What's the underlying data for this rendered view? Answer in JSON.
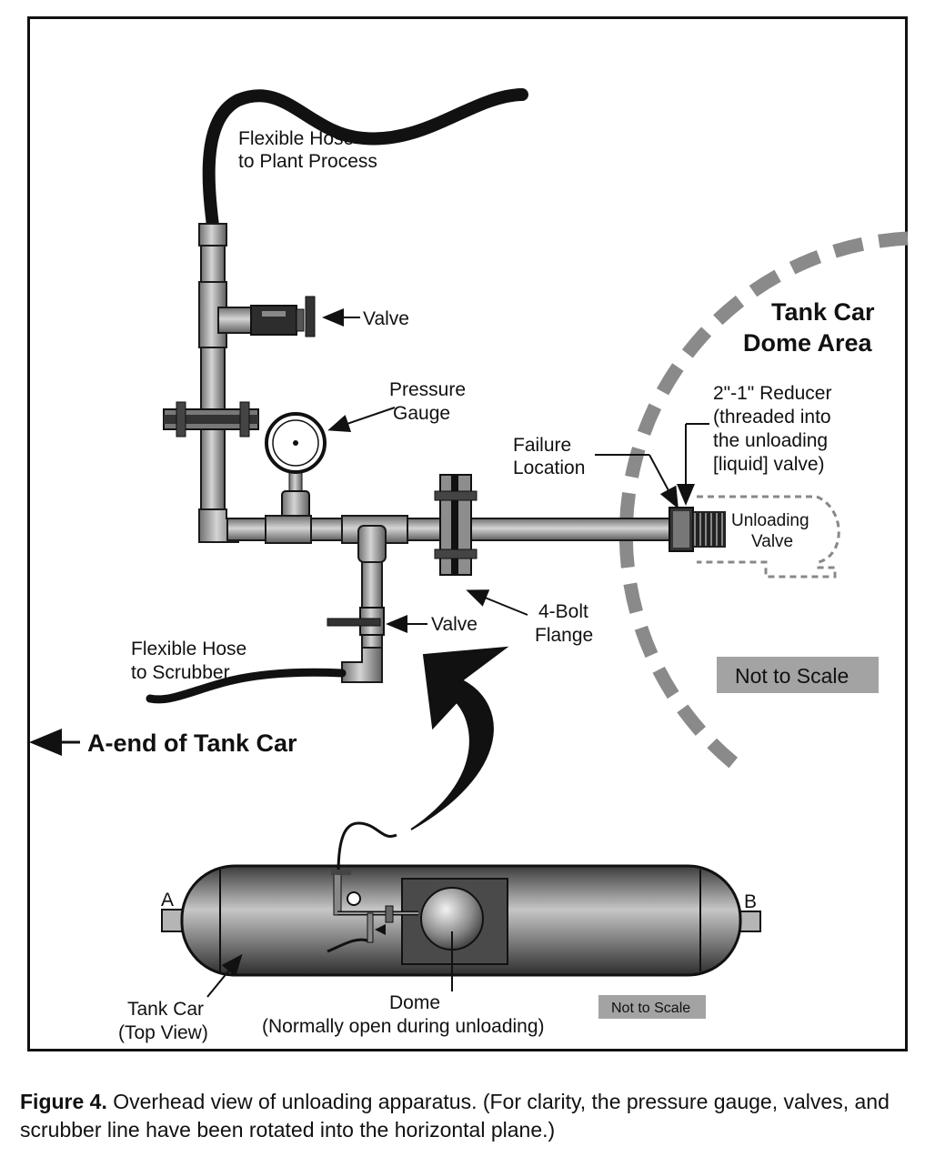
{
  "labels": {
    "hose_plant_1": "Flexible Hose",
    "hose_plant_2": "to Plant Process",
    "valve_upper": "Valve",
    "pressure_gauge_1": "Pressure",
    "pressure_gauge_2": "Gauge",
    "failure_location_1": "Failure",
    "failure_location_2": "Location",
    "dome_area_1": "Tank Car",
    "dome_area_2": "Dome Area",
    "reducer_1": "2\"-1\" Reducer",
    "reducer_2": "(threaded into",
    "reducer_3": "the unloading",
    "reducer_4": "[liquid] valve)",
    "unloading_valve_1": "Unloading",
    "unloading_valve_2": "Valve",
    "valve_lower": "Valve",
    "four_bolt_1": "4-Bolt",
    "four_bolt_2": "Flange",
    "hose_scrubber_1": "Flexible Hose",
    "hose_scrubber_2": "to Scrubber",
    "not_to_scale_top": "Not to Scale",
    "a_end": "A-end of Tank Car",
    "end_a": "A",
    "end_b": "B",
    "tank_car_1": "Tank Car",
    "tank_car_2": "(Top View)",
    "dome_1": "Dome",
    "dome_2": "(Normally open during unloading)",
    "not_to_scale_bottom": "Not to Scale"
  },
  "caption": {
    "figure_number": "Figure 4.",
    "text": "Overhead view of unloading apparatus. (For clarity, the pressure gauge, valves, and scrubber line have been rotated into the horizontal plane.)"
  },
  "colors": {
    "pipe_fill": "#9a9a9a",
    "pipe_stroke": "#1a1a1a",
    "dashed_arc": "#8a8a8a",
    "badge_fill": "#a3a3a3",
    "hose": "#111111"
  }
}
